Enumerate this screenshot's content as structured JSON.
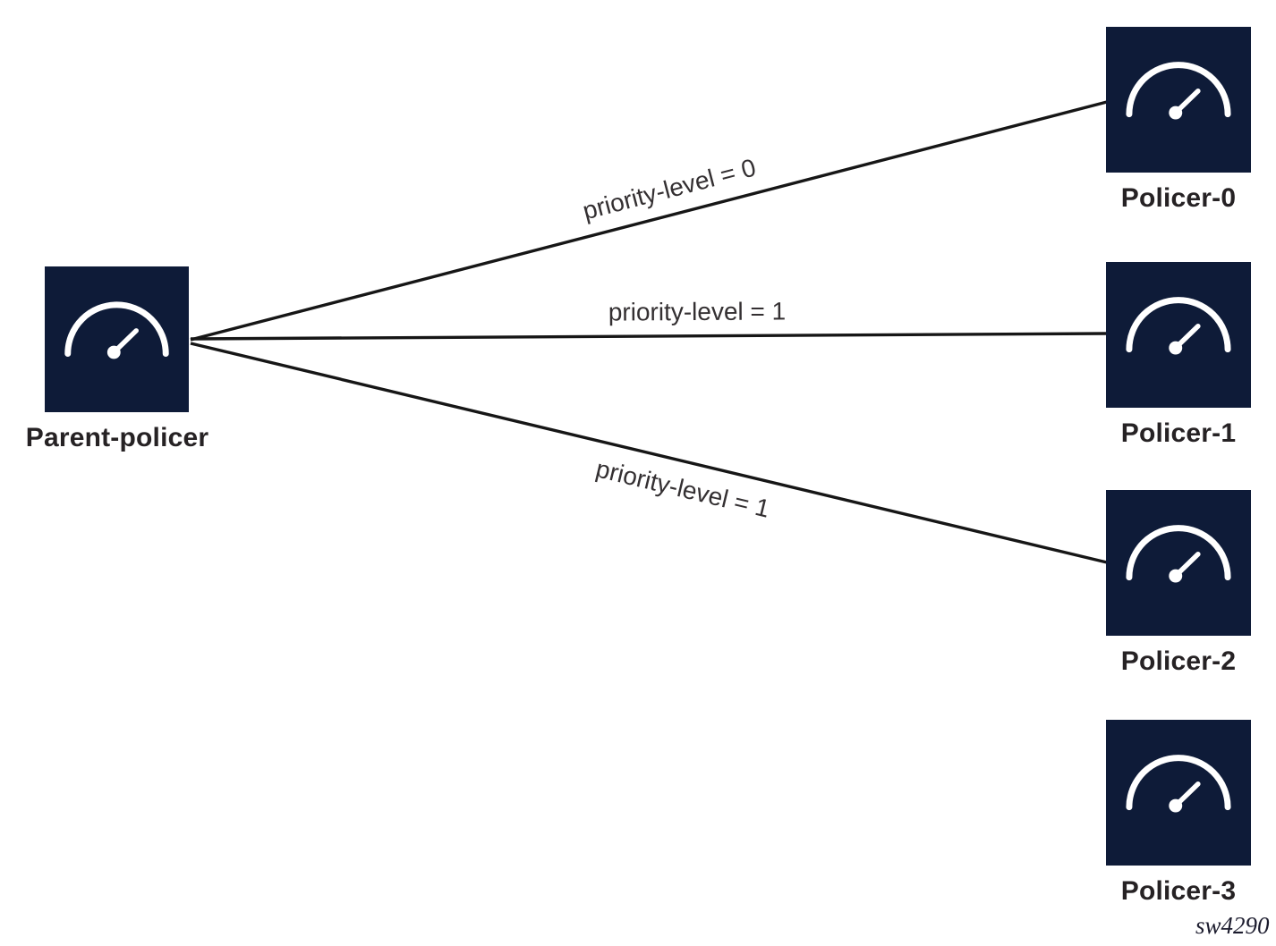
{
  "diagram": {
    "watermark": "sw4290",
    "colors": {
      "node_fill": "#0e1b38",
      "icon_color": "#ffffff",
      "edge_color": "#161616",
      "label_color": "#262224"
    },
    "parent_node": {
      "label": "Parent-policer",
      "icon": "speedometer-icon"
    },
    "policer_nodes": [
      {
        "label": "Policer-0",
        "icon": "speedometer-icon"
      },
      {
        "label": "Policer-1",
        "icon": "speedometer-icon"
      },
      {
        "label": "Policer-2",
        "icon": "speedometer-icon"
      },
      {
        "label": "Policer-3",
        "icon": "speedometer-icon"
      }
    ],
    "edges": [
      {
        "from": "Parent-policer",
        "to": "Policer-0",
        "label": "priority-level = 0"
      },
      {
        "from": "Parent-policer",
        "to": "Policer-1",
        "label": "priority-level = 1"
      },
      {
        "from": "Parent-policer",
        "to": "Policer-2",
        "label": "priority-level = 1"
      }
    ]
  }
}
